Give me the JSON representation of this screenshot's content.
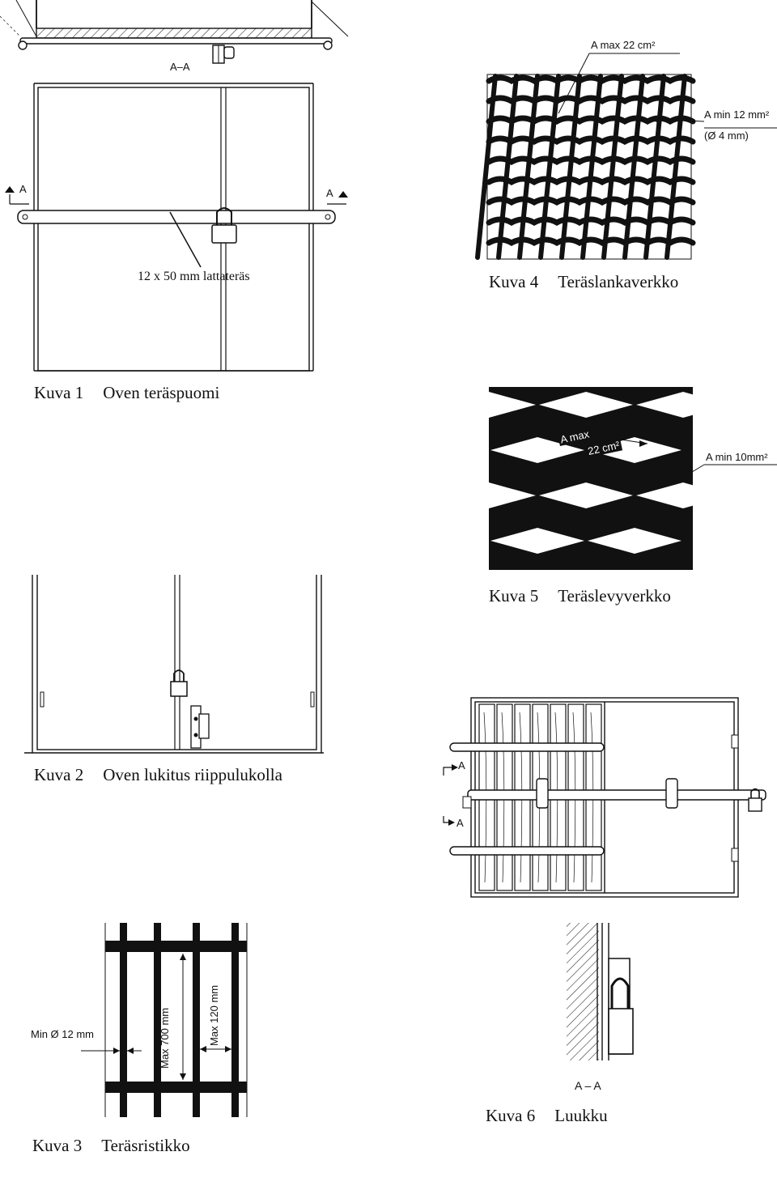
{
  "figures": {
    "fig1": {
      "number": "Kuva 1",
      "title": "Oven teräspuomi",
      "section_label": "A–A",
      "marker_left": "A",
      "marker_right": "A",
      "callout": "12 x 50 mm lattateräs"
    },
    "fig2": {
      "number": "Kuva 2",
      "title": "Oven lukitus riippulukolla"
    },
    "fig3": {
      "number": "Kuva 3",
      "title": "Teräsristikko",
      "label_bar": "Min Ø 12 mm",
      "label_height": "Max 700 mm",
      "label_spacing": "Max 120 mm"
    },
    "fig4": {
      "number": "Kuva 4",
      "title": "Teräslankaverkko",
      "label_max": "A max 22 cm²",
      "label_min": "A min 12 mm²",
      "label_dia": "(Ø 4 mm)"
    },
    "fig5": {
      "number": "Kuva 5",
      "title": "Teräslevyverkko",
      "label_max_a": "A max",
      "label_max_b": "22 cm²",
      "label_min": "A min 10mm²"
    },
    "fig6": {
      "number": "Kuva 6",
      "title": "Luukku",
      "section_label": "A – A",
      "marker_top": "A",
      "marker_bottom": "A"
    }
  }
}
